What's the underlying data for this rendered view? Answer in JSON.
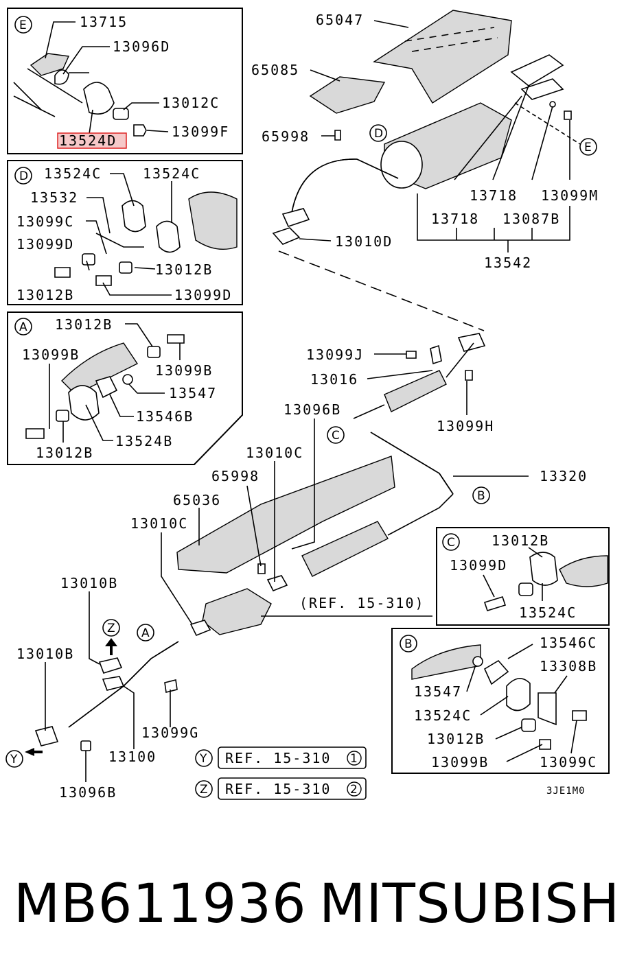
{
  "callouts": {
    "E": {
      "letter": "E",
      "labels": [
        "13715",
        "13096D",
        "13012C",
        "13099F",
        "13524D"
      ]
    },
    "D": {
      "letter": "D",
      "labels": [
        "13524C",
        "13524C",
        "13532",
        "13099C",
        "13099D",
        "13012B",
        "13012B",
        "13099D"
      ]
    },
    "A": {
      "letter": "A",
      "labels": [
        "13012B",
        "13099B",
        "13099B",
        "13547",
        "13546B",
        "13524B",
        "13012B"
      ]
    },
    "C": {
      "letter": "C",
      "labels": [
        "13012B",
        "13099D",
        "13524C"
      ]
    },
    "B": {
      "letter": "B",
      "labels": [
        "13546C",
        "13308B",
        "13547",
        "13524C",
        "13012B",
        "13099B",
        "13099C"
      ]
    }
  },
  "main_labels": {
    "l65047": "65047",
    "l65085": "65085",
    "l65998_top": "65998",
    "l13718_a": "13718",
    "l13099M": "13099M",
    "l13718_b": "13718",
    "l13087B": "13087B",
    "l13010D": "13010D",
    "l13542": "13542",
    "l13099J": "13099J",
    "l13016": "13016",
    "l13096B_mid": "13096B",
    "l13099H": "13099H",
    "l13010C_a": "13010C",
    "l65998_mid": "65998",
    "l13320": "13320",
    "l65036": "65036",
    "l13010C_b": "13010C",
    "ref_main": "(REF. 15-310)",
    "l13010B_a": "13010B",
    "l13010B_b": "13010B",
    "l13099G": "13099G",
    "l13100": "13100",
    "l13096B_bot": "13096B",
    "drawing_code": "3JE1M0"
  },
  "markers": {
    "D": "D",
    "E": "E",
    "C": "C",
    "B": "B",
    "A": "A",
    "Z": "Z",
    "Y": "Y"
  },
  "refs": [
    {
      "marker": "Y",
      "text": "REF. 15-310",
      "num": "1"
    },
    {
      "marker": "Z",
      "text": "REF. 15-310",
      "num": "2"
    }
  ],
  "footer": {
    "part_number": "MB611936",
    "brand": "MITSUBISHI"
  },
  "colors": {
    "highlight_fill": "#f6c9c9",
    "highlight_stroke": "#dd2222"
  }
}
